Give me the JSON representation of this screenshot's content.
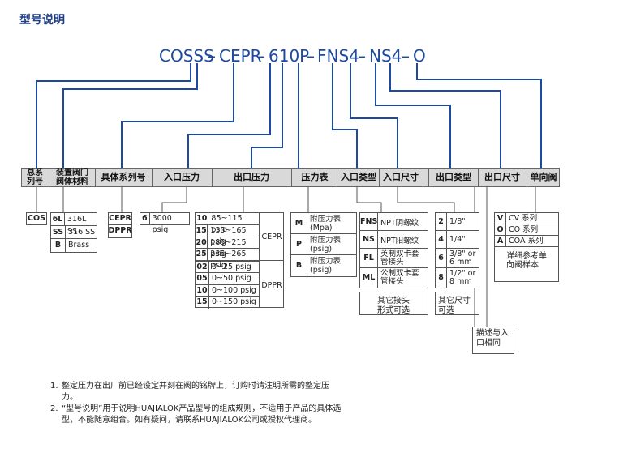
{
  "title": "型号说明",
  "model": {
    "segments": [
      "COSSS",
      "CEPR",
      "610P",
      "FNS4",
      "NS4",
      "O"
    ],
    "dash": "–"
  },
  "headers": {
    "series": "总系\n列号",
    "body_material": "装置阀门\n阀体材料",
    "sub_series": "具体系列号",
    "inlet_pressure": "入口压力",
    "outlet_pressure": "出口压力",
    "gauge": "压力表",
    "inlet_type": "入口类型",
    "inlet_size": "入口尺寸",
    "outlet_type": "出口类型",
    "outlet_size": "出口尺寸",
    "check_valve": "单向阀"
  },
  "series_box": [
    "COS"
  ],
  "material_box": [
    {
      "code": "6L",
      "desc": "316L SS"
    },
    {
      "code": "SS",
      "desc": "316 SS"
    },
    {
      "code": "B",
      "desc": "Brass"
    }
  ],
  "sub_series_box": [
    "CEPR",
    "DPPR"
  ],
  "inlet_pressure_box": [
    {
      "code": "6",
      "desc": "3000 psig"
    }
  ],
  "outlet_pressure_box": {
    "cepr_label": "CEPR",
    "dppr_label": "DPPR",
    "cepr": [
      {
        "code": "10",
        "desc": "85~115 psig"
      },
      {
        "code": "15",
        "desc": "135~165 psig"
      },
      {
        "code": "20",
        "desc": "185~215 psig"
      },
      {
        "code": "25",
        "desc": "235~265 psig"
      }
    ],
    "dppr": [
      {
        "code": "02",
        "desc": "0~25 psig"
      },
      {
        "code": "05",
        "desc": "0~50 psig"
      },
      {
        "code": "10",
        "desc": "0~100 psig"
      },
      {
        "code": "15",
        "desc": "0~150 psig"
      }
    ]
  },
  "gauge_box": [
    {
      "code": "M",
      "desc": "附压力表\n(Mpa)"
    },
    {
      "code": "P",
      "desc": "附压力表\n(psig)"
    },
    {
      "code": "B",
      "desc": "附压力表\n(psig)"
    }
  ],
  "inlet_type_box": [
    {
      "code": "FNS",
      "desc": "NPT阴螺纹"
    },
    {
      "code": "NS",
      "desc": "NPT阳螺纹"
    },
    {
      "code": "FL",
      "desc": "英制双卡套\n管接头"
    },
    {
      "code": "ML",
      "desc": "公制双卡套\n管接头"
    }
  ],
  "inlet_type_other": "其它接头\n形式可选",
  "inlet_size_box": [
    {
      "code": "2",
      "desc": "1/8\""
    },
    {
      "code": "4",
      "desc": "1/4\""
    },
    {
      "code": "6",
      "desc": "3/8\" or\n6 mm"
    },
    {
      "code": "8",
      "desc": "1/2\" or\n8 mm"
    }
  ],
  "inlet_size_other": "其它尺寸\n可选",
  "outlet_note": "描述与入\n口相同",
  "check_valve_box": [
    {
      "code": "V",
      "desc": "CV 系列"
    },
    {
      "code": "O",
      "desc": "CO 系列"
    },
    {
      "code": "A",
      "desc": "COA 系列"
    }
  ],
  "check_valve_note": "详细参考单\n向阀样本",
  "notes": [
    {
      "num": "1.",
      "text": "整定压力在出厂前已经设定并刻在阀的铭牌上，订购时请注明所需的整定压力。"
    },
    {
      "num": "2.",
      "text": "“型号说明”用于说明HUAJIALOK产品型号的组成规则，不适用于产品的具体选型，不能随意组合。如有疑问，请联系HUAJIALOK公司或授权代理商。"
    }
  ]
}
